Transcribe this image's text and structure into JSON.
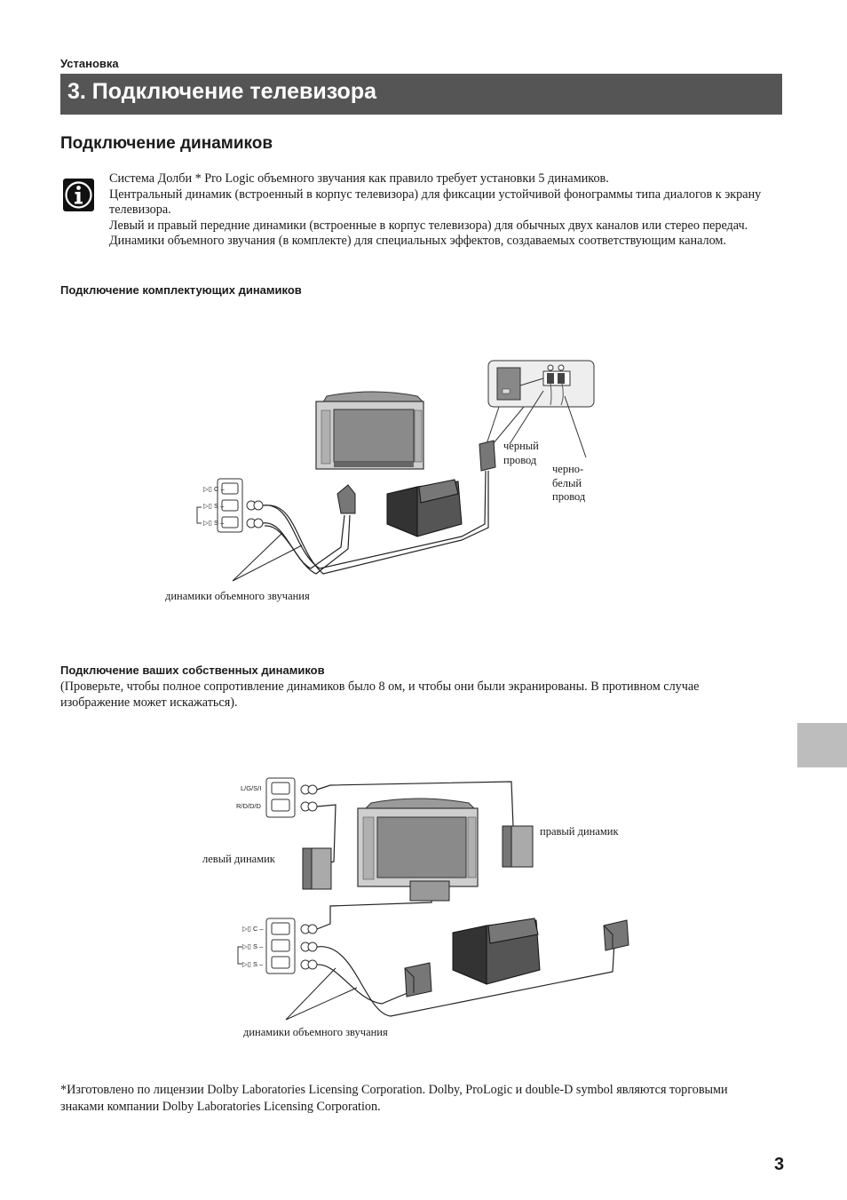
{
  "header": {
    "section": "Установка",
    "title": "3. Подключение телевизора"
  },
  "speakers": {
    "title": "Подключение динамиков",
    "info_icon": "info-icon",
    "intro": [
      "Система Долби * Pro Logic объемного звучания как правило требует установки 5 динамиков.",
      "Центральный динамик (встроенный в корпус телевизора) для фиксации устойчивой фонограммы типа диалогов к экрану телевизора.",
      "Левый и правый передние динамики (встроенные в корпус телевизора) для обычных двух каналов или стерео передач.",
      "Динамики объемного звучания (в комплекте) для специальных эффектов, создаваемых соответствующим каналом."
    ]
  },
  "supplied": {
    "heading": "Подключение комплектующих динамиков",
    "labels": {
      "black_wire": [
        "черный",
        "провод"
      ],
      "bw_wire": [
        "черно-",
        "белый",
        "провод"
      ],
      "surround": "динамики объемного звучания"
    },
    "terminals": [
      "C",
      "S",
      "S"
    ]
  },
  "own": {
    "heading": "Подключение ваших собственных динамиков",
    "note": "(Проверьте, чтобы полное сопротивление динамиков было 8 ом, и чтобы они были экранированы. В противном случае изображение может искажаться).",
    "labels": {
      "left": "левый динамик",
      "right": "правый динамик",
      "surround": "динамики объемного звучания",
      "term_left": "L/G/S/I",
      "term_right": "R/D/D/D"
    },
    "terminals": [
      "C",
      "S",
      "S"
    ]
  },
  "footnote": "*Изготовлено по лицензии Dolby Laboratories Licensing Corporation.  Dolby, ProLogic и double-D symbol являются торговыми знаками компании Dolby Laboratories Licensing Corporation.",
  "page_number": "3",
  "colors": {
    "title_bar": "#555555",
    "side_tab": "#bdbdbd"
  }
}
